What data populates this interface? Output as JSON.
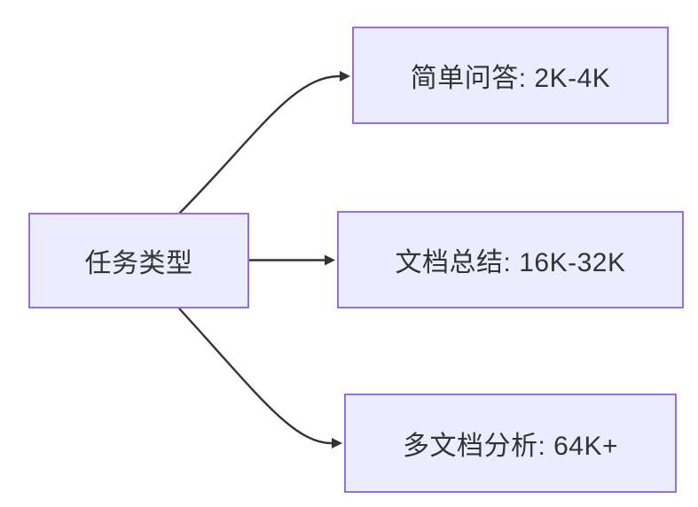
{
  "diagram": {
    "type": "flowchart",
    "root": {
      "label": "任务类型"
    },
    "children": [
      {
        "label": "简单问答: 2K-4K"
      },
      {
        "label": "文档总结: 16K-32K"
      },
      {
        "label": "多文档分析: 64K+"
      }
    ],
    "edges": [
      {
        "from": "任务类型",
        "to": "简单问答: 2K-4K"
      },
      {
        "from": "任务类型",
        "to": "文档总结: 16K-32K"
      },
      {
        "from": "任务类型",
        "to": "多文档分析: 64K+"
      }
    ],
    "colors": {
      "node_fill": "#ECECFF",
      "node_border": "#9370DB",
      "edge": "#333333",
      "text": "#333333",
      "background": "#ffffff"
    }
  }
}
